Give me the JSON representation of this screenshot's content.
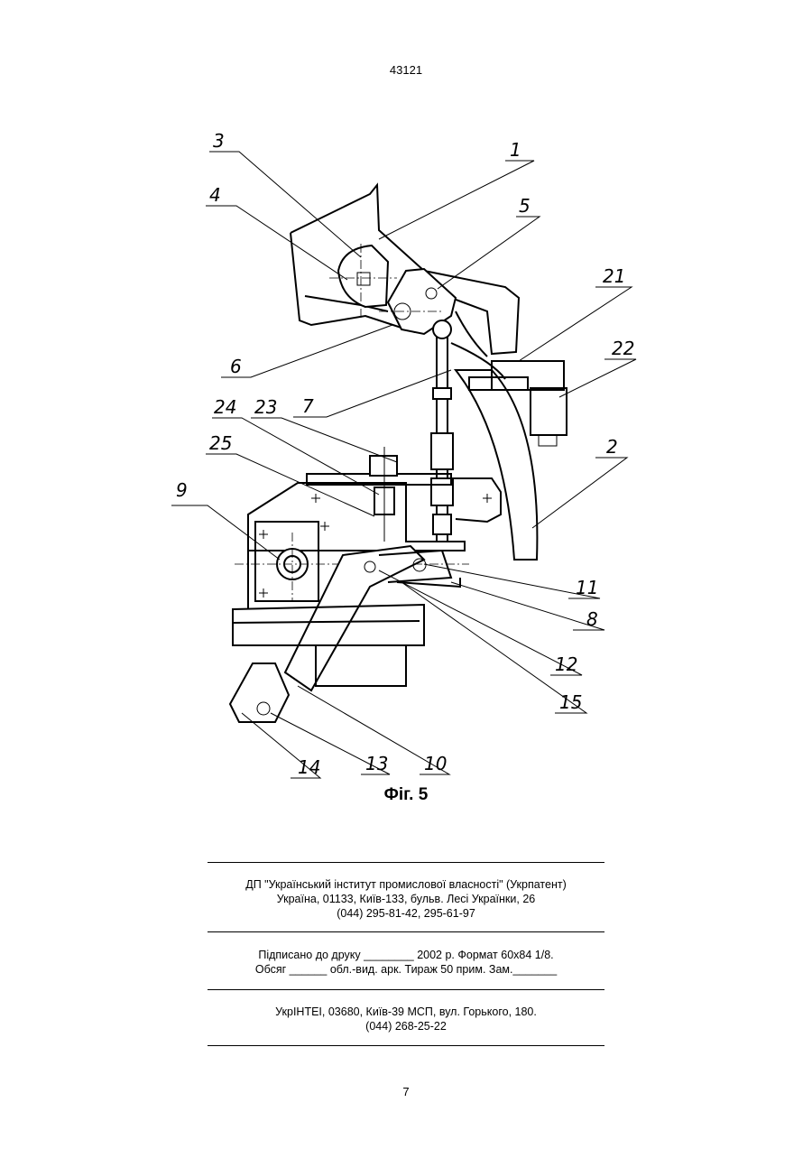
{
  "header": {
    "doc_number": "43121"
  },
  "figure": {
    "caption": "Фіг. 5",
    "labels": [
      "1",
      "2",
      "3",
      "4",
      "5",
      "6",
      "7",
      "8",
      "9",
      "10",
      "11",
      "12",
      "13",
      "14",
      "15",
      "21",
      "22",
      "23",
      "24",
      "25"
    ]
  },
  "footer": {
    "org_line1": "ДП \"Український інститут промислової власності\" (Укрпатент)",
    "org_line2": "Україна, 01133, Київ-133, бульв. Лесі Українки, 26",
    "org_line3": "(044) 295-81-42, 295-61-97",
    "print_line1": "Підписано до друку ________ 2002 р.    Формат 60x84 1/8.",
    "print_line2": "Обсяг ______ обл.-вид. арк.   Тираж 50 прим.    Зам._______",
    "printer_line1": "УкрІНТЕІ, 03680, Київ-39 МСП, вул. Горького, 180.",
    "printer_line2": "(044) 268-25-22"
  },
  "page_number": "7"
}
